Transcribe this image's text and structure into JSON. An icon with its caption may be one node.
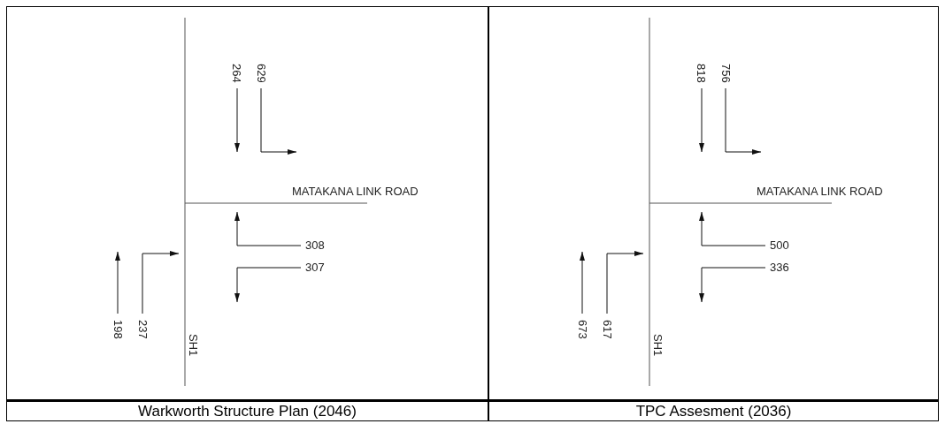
{
  "diagram": {
    "labels": [
      "264",
      "629",
      "MATAKANA LINK ROAD",
      "308",
      "307",
      "198",
      "237",
      "SH1",
      "818",
      "756",
      "MATAKANA LINK ROAD",
      "500",
      "336",
      "673",
      "617",
      "SH1",
      "Warkworth Structure Plan (2046)",
      "TPC Assesment (2036)"
    ]
  }
}
